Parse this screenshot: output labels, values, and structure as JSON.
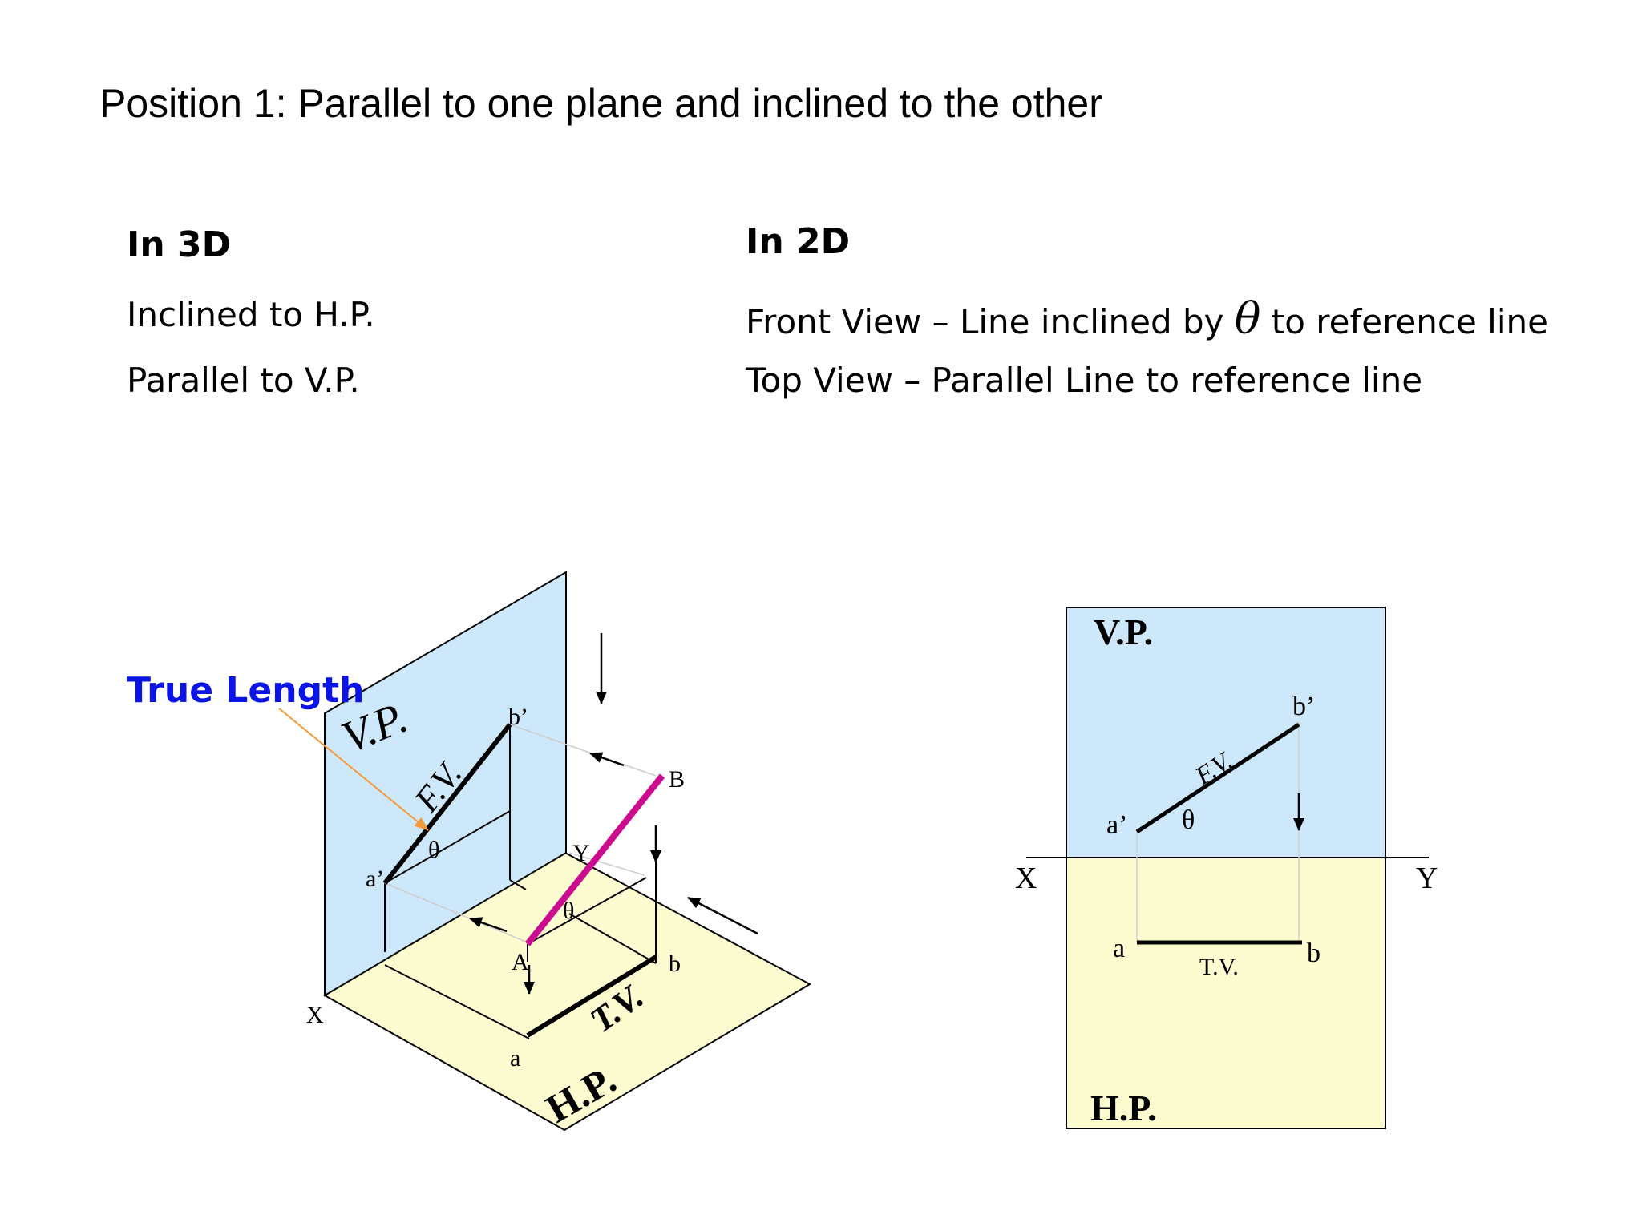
{
  "title": "Position 1: Parallel to one plane and inclined to the other",
  "left_column": {
    "heading": "In 3D",
    "lines": [
      "Inclined to H.P.",
      "Parallel to V.P."
    ]
  },
  "right_column": {
    "heading": "In 2D",
    "line1_before": "Front View – Line inclined by ",
    "line1_symbol": "θ",
    "line1_after": " to reference line",
    "line2": "Top View – Parallel Line to reference line"
  },
  "diagram_3d": {
    "callout": "True Length",
    "vp_label": "V.P.",
    "hp_label": "H.P.",
    "fv_label": "F.V.",
    "tv_label": "T.V.",
    "x_label": "X",
    "y_label": "Y",
    "a_prime": "a’",
    "b_prime": "b’",
    "point_A": "A",
    "point_B": "B",
    "point_a": "a",
    "point_b": "b",
    "theta_label": "θ"
  },
  "diagram_2d": {
    "vp_label": "V.P.",
    "hp_label": "H.P.",
    "fv_label": "F.V.",
    "tv_label": "T.V.",
    "x_label": "X",
    "y_label": "Y",
    "a_prime": "a’",
    "b_prime": "b’",
    "point_a": "a",
    "point_b": "b",
    "theta_label": "θ"
  },
  "colors": {
    "vp_fill": "#cde8fb",
    "hp_fill": "#fdfbd0",
    "true_length_line": "#cc0c8f",
    "callout_text": "#0a14e6",
    "callout_arrow": "#f59a38"
  }
}
